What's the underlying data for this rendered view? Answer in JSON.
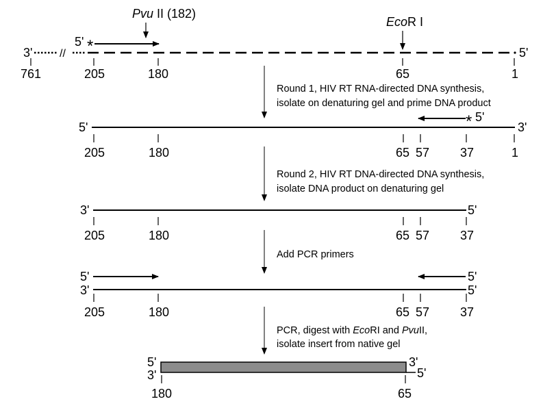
{
  "row1": {
    "left_end": "3'",
    "right_end": "5'",
    "primer_end": "5'",
    "primer_mark": "*",
    "break_mark": "//",
    "positions": [
      "761",
      "205",
      "180",
      "65",
      "1"
    ],
    "site_pvu": {
      "italic": "Pvu",
      "rest": " II (182)"
    },
    "site_eco": {
      "italic": "Eco",
      "rest": "R I"
    }
  },
  "step1": {
    "line1": "Round 1, HIV RT RNA-directed DNA synthesis,",
    "line2": "isolate on denaturing gel and prime DNA product"
  },
  "row2": {
    "left_end": "5'",
    "right_end": "3'",
    "primer_end": "5'",
    "primer_mark": "*",
    "positions": [
      "205",
      "180",
      "65",
      "57",
      "37",
      "1"
    ]
  },
  "step2": {
    "line1": "Round 2, HIV RT DNA-directed DNA synthesis,",
    "line2": "isolate DNA product on denaturing gel"
  },
  "row3": {
    "left_end": "3'",
    "right_end": "5'",
    "positions": [
      "205",
      "180",
      "65",
      "57",
      "37"
    ]
  },
  "step3": {
    "line1": "Add PCR primers"
  },
  "row4": {
    "top_left_end": "5'",
    "bottom_left_end": "3'",
    "top_right_end": "5'",
    "bottom_right_end": "5'",
    "positions": [
      "205",
      "180",
      "65",
      "57",
      "37"
    ]
  },
  "step4": {
    "line1_pre": "PCR, digest with ",
    "line1_it1": "Eco",
    "line1_mid": "RI and ",
    "line1_it2": "Pvu",
    "line1_post": "II,",
    "line2": "isolate insert from native gel"
  },
  "row5": {
    "top_left_end": "5'",
    "bottom_left_end": "3'",
    "top_right_end": "3'",
    "bottom_right_end": "5'",
    "positions": [
      "180",
      "65"
    ],
    "insert_color": "#8c8c8c"
  }
}
